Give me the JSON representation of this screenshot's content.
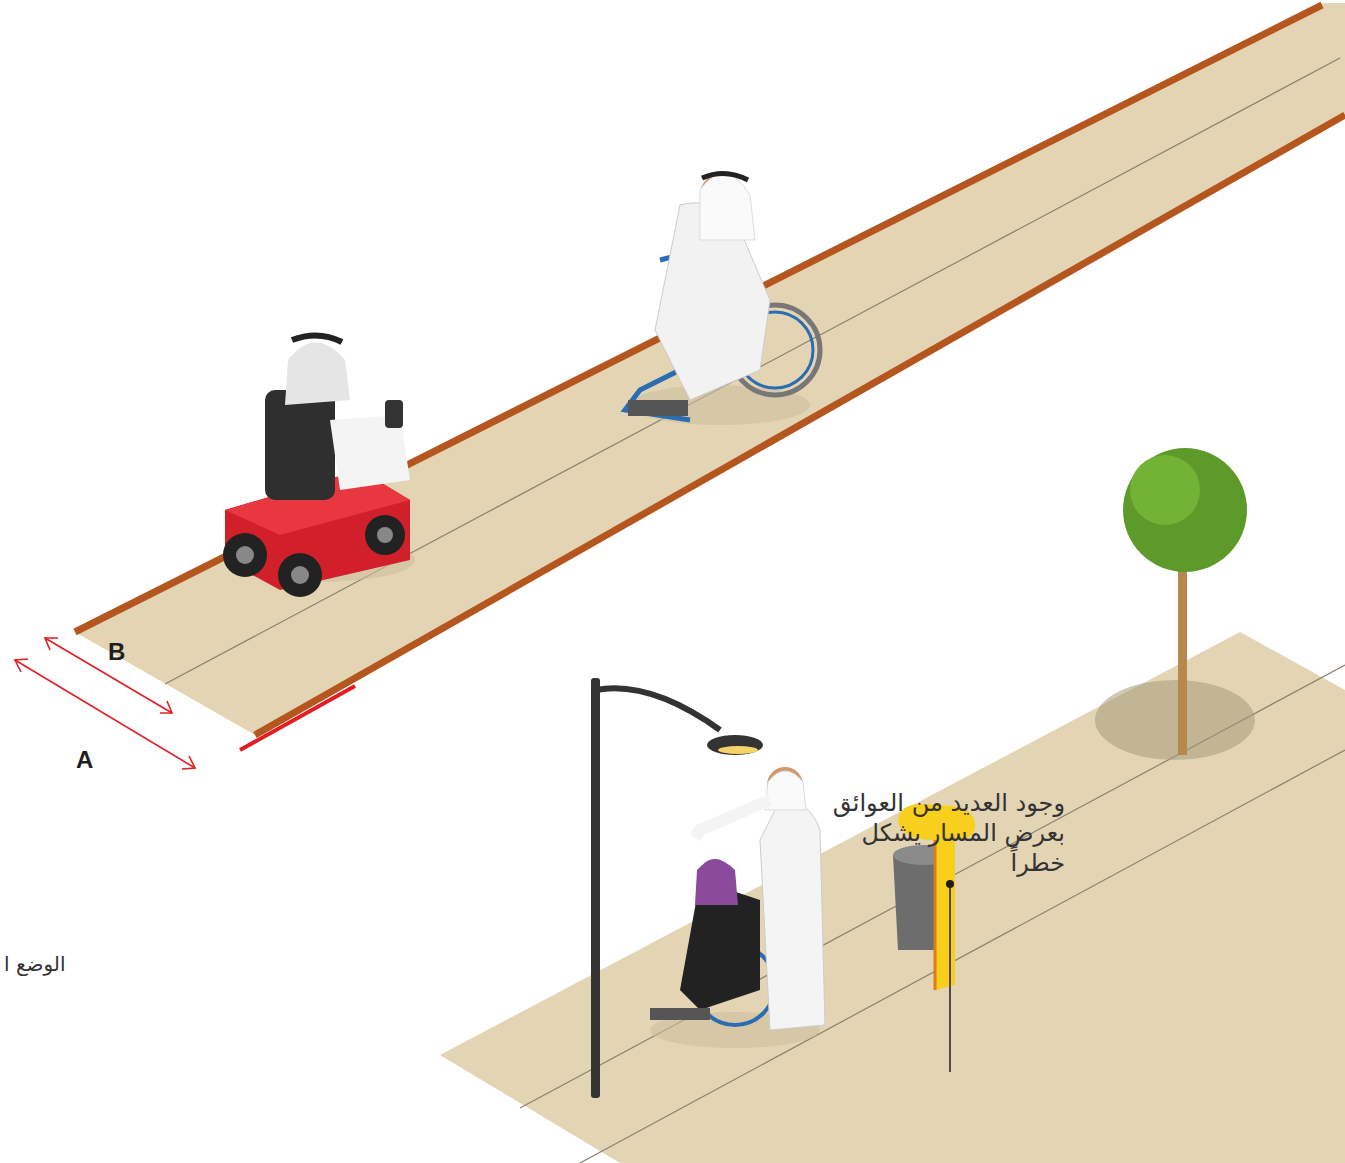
{
  "diagram": {
    "labels": [
      "B",
      "A",
      "وجود العديد من العوائق بعرض المسار يشكل خطراً",
      "الوضع ا"
    ]
  }
}
